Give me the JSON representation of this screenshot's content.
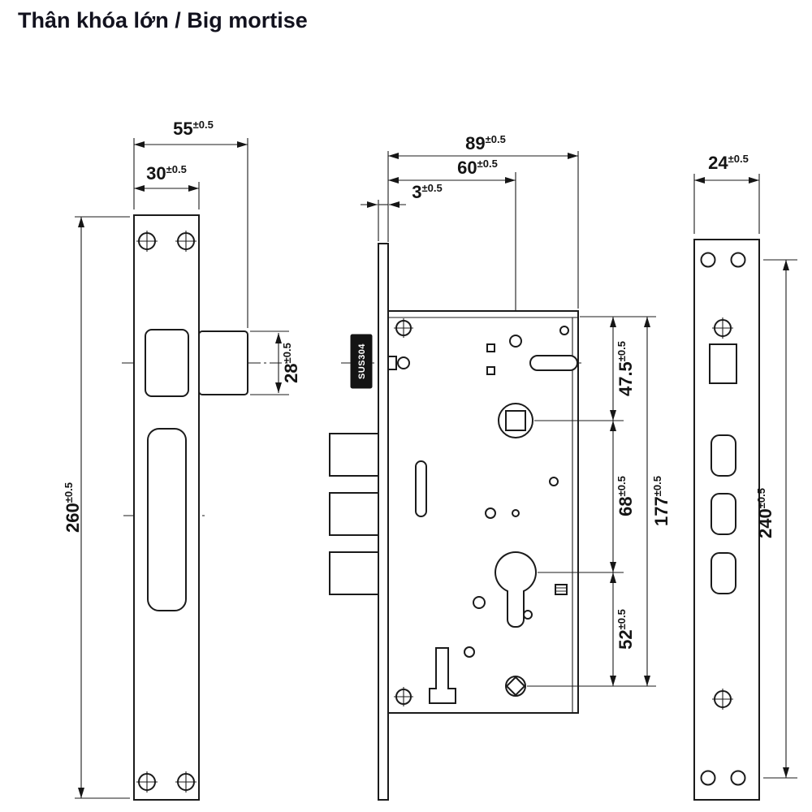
{
  "title": "Thân khóa lớn / Big mortise",
  "material_label": "SUS304",
  "dims": {
    "d55": {
      "v": "55",
      "t": "±0.5"
    },
    "d30": {
      "v": "30",
      "t": "±0.5"
    },
    "d260": {
      "v": "260",
      "t": "±0.5"
    },
    "d28": {
      "v": "28",
      "t": "±0.5"
    },
    "d89": {
      "v": "89",
      "t": "±0.5"
    },
    "d60": {
      "v": "60",
      "t": "±0.5"
    },
    "d3": {
      "v": "3",
      "t": "±0.5"
    },
    "d47_5": {
      "v": "47.5",
      "t": "±0.5"
    },
    "d68": {
      "v": "68",
      "t": "±0.5"
    },
    "d177": {
      "v": "177",
      "t": "±0.5"
    },
    "d52": {
      "v": "52",
      "t": "±0.5"
    },
    "d24": {
      "v": "24",
      "t": "±0.5"
    },
    "d240": {
      "v": "240",
      "t": "±0.5"
    }
  }
}
